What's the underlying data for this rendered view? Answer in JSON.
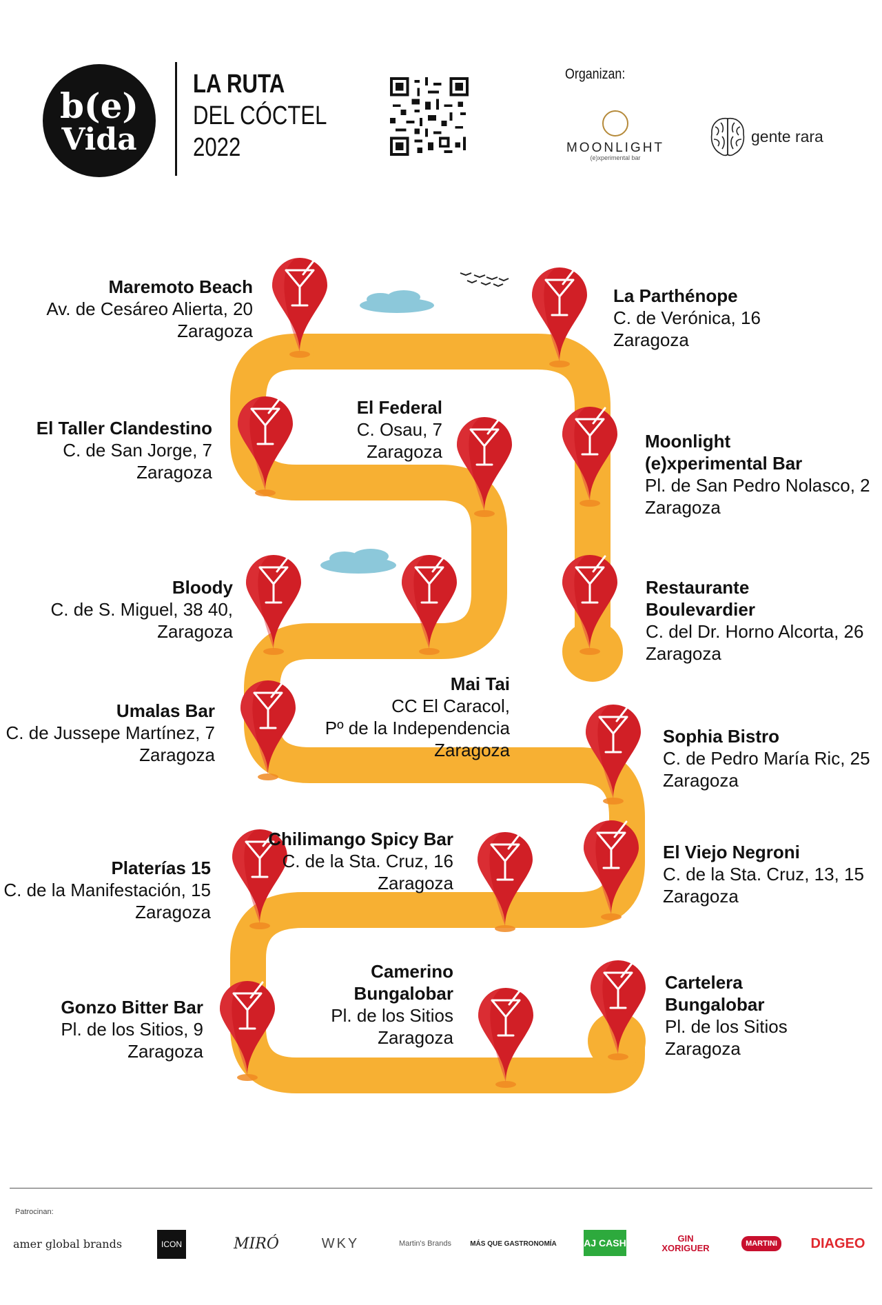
{
  "header": {
    "logo_line1": "b(e)",
    "logo_line2": "Vida",
    "title_line1": "LA RUTA",
    "title_line2": "DEL CÓCTEL",
    "title_line3": "2022",
    "organizan_label": "Organizan:",
    "org1_name": "MOONLIGHT",
    "org1_sub": "(e)xperimental bar",
    "org2_name": "gente rara"
  },
  "colors": {
    "route": "#F7B033",
    "pin": "#D11F26",
    "pin_dark": "#A4161B",
    "cloud": "#8CC8DA"
  },
  "stops": [
    {
      "name": "Maremoto Beach",
      "address": "Av. de Cesáreo Alierta, 20",
      "city": "Zaragoza"
    },
    {
      "name": "La Parthénope",
      "address": "C. de Verónica, 16",
      "city": "Zaragoza"
    },
    {
      "name": "El Taller Clandestino",
      "address": "C. de San Jorge, 7",
      "city": "Zaragoza"
    },
    {
      "name": "El Federal",
      "address": "C. Osau, 7",
      "city": "Zaragoza"
    },
    {
      "name": "Moonlight",
      "name2": "(e)xperimental Bar",
      "address": "Pl. de San Pedro Nolasco, 2",
      "city": "Zaragoza"
    },
    {
      "name": "Bloody",
      "address": "C. de S. Miguel, 38 40,",
      "city": "Zaragoza"
    },
    {
      "name": "Restaurante",
      "name2": "Boulevardier",
      "address": "C. del Dr. Horno Alcorta, 26",
      "city": "Zaragoza"
    },
    {
      "name": "Mai Tai",
      "address": "CC El Caracol,",
      "address2": "Pº de la Independencia",
      "city": "Zaragoza"
    },
    {
      "name": "Umalas Bar",
      "address": "C. de Jussepe Martínez, 7",
      "city": "Zaragoza"
    },
    {
      "name": "Sophia Bistro",
      "address": "C. de Pedro María Ric, 25",
      "city": "Zaragoza"
    },
    {
      "name": "Chilimango Spicy Bar",
      "address": "C. de la Sta. Cruz, 16",
      "city": "Zaragoza"
    },
    {
      "name": "Platerías 15",
      "address": "C. de la Manifestación, 15",
      "city": "Zaragoza"
    },
    {
      "name": "El Viejo Negroni",
      "address": "C. de la Sta. Cruz, 13, 15",
      "city": "Zaragoza"
    },
    {
      "name": "Camerino",
      "name2": "Bungalobar",
      "address": "Pl. de los Sitios",
      "city": "Zaragoza"
    },
    {
      "name": "Gonzo Bitter Bar",
      "address": "Pl. de los Sitios, 9",
      "city": "Zaragoza"
    },
    {
      "name": "Cartelera",
      "name2": "Bungalobar",
      "address": "Pl. de los Sitios",
      "city": "Zaragoza"
    }
  ],
  "footer": {
    "patrocinan_label": "Patrocinan:",
    "sponsors": [
      "amer global brands",
      "ICON",
      "MIRÓ",
      "WKY",
      "Martin's Brands",
      "MÁS QUE GASTRONOMÍA",
      "AJ CASH",
      "GIN XORIGUER",
      "MARTINI",
      "DIAGEO"
    ]
  }
}
